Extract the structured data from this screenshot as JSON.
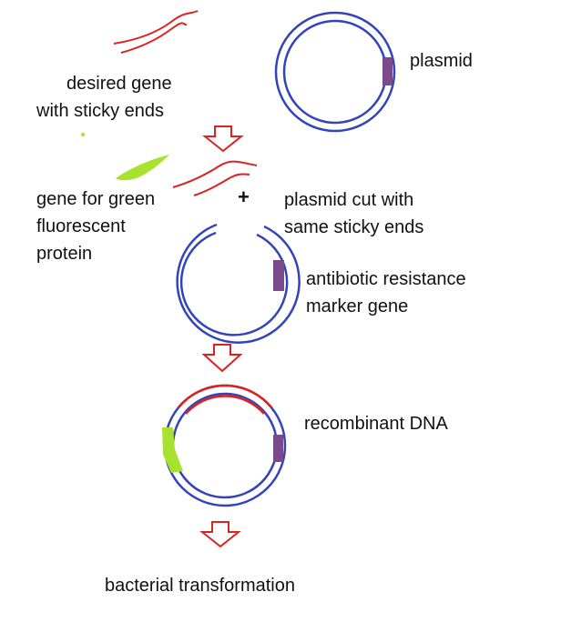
{
  "labels": {
    "plasmid": "plasmid",
    "desired_gene": [
      "desired gene",
      "with sticky ends"
    ],
    "gfp_gene": [
      "gene for green",
      "fluorescent",
      "protein"
    ],
    "plus": "+",
    "plasmid_cut": [
      "plasmid cut with",
      "same sticky ends"
    ],
    "antibiotic_marker": [
      "antibiotic resistance",
      "marker gene"
    ],
    "recombinant": "recombinant DNA",
    "transformation": "bacterial transformation"
  },
  "colors": {
    "plasmid_dna": "#3344bb",
    "gene_dna": "#dd2222",
    "marker_gene": "#7a4a8a",
    "gfp": "#a6e22e",
    "arrow": "#dd2222",
    "text": "#111111"
  }
}
